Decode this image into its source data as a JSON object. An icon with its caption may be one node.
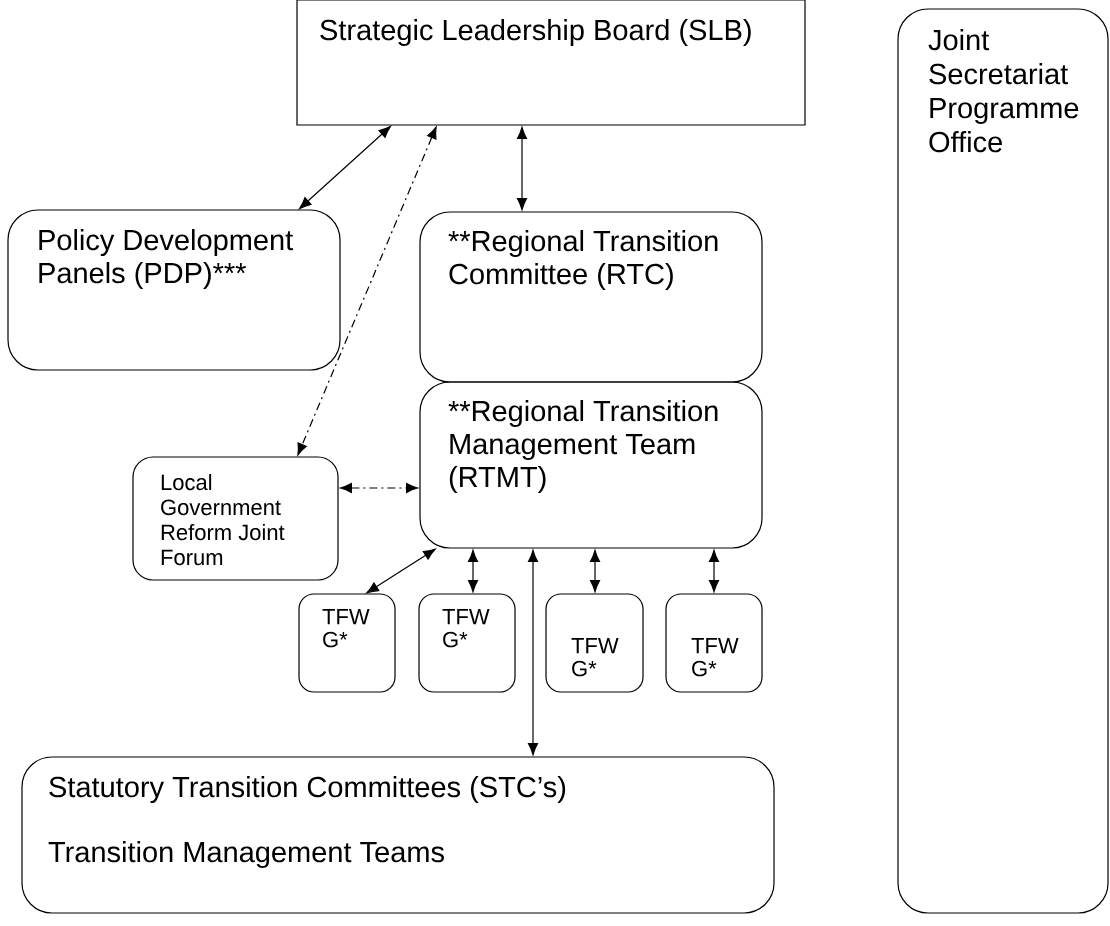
{
  "diagram": {
    "nodes": [
      {
        "text": [
          "Strategic Leadership Board (SLB)"
        ]
      },
      {
        "text": [
          "Joint Secretariat Programme Office"
        ]
      },
      {
        "text": [
          "Policy Development Panels (PDP)***"
        ]
      },
      {
        "text": [
          "**Regional Transition Committee (RTC)"
        ]
      },
      {
        "text": [
          "**Regional Transition Management Team (RTMT)"
        ]
      },
      {
        "text": [
          "Local Government Reform Joint Forum"
        ]
      },
      {
        "text": [
          "TFW G*"
        ]
      },
      {
        "text": [
          "TFW G*"
        ]
      },
      {
        "text": [
          "TFW G*"
        ]
      },
      {
        "text": [
          "TFW G*"
        ]
      },
      {
        "text": [
          "Statutory Transition Committees (STC’s)",
          "Transition Management Teams"
        ]
      }
    ],
    "edges": [
      {
        "from": 0,
        "to": 2,
        "arrow": "both"
      },
      {
        "from": 0,
        "to": 5,
        "arrow": "both",
        "style": "dashed"
      },
      {
        "from": 0,
        "to": 3,
        "arrow": "both"
      },
      {
        "from": 5,
        "to": 4,
        "arrow": "both",
        "style": "dashed"
      },
      {
        "from": 4,
        "to": 6,
        "arrow": "both"
      },
      {
        "from": 4,
        "to": 7,
        "arrow": "both"
      },
      {
        "from": 4,
        "to": 8,
        "arrow": "both"
      },
      {
        "from": 4,
        "to": 9,
        "arrow": "both"
      },
      {
        "from": 4,
        "to": 10,
        "arrow": "both"
      }
    ]
  }
}
